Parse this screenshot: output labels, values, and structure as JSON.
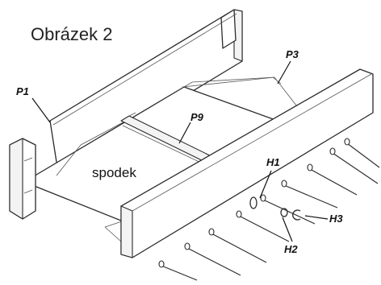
{
  "figure": {
    "caption": "Obrázek 2",
    "labels": {
      "p1": "P1",
      "p3": "P3",
      "p9": "P9",
      "bottom": "spodek",
      "h1": "H1",
      "h2": "H2",
      "h3": "H3"
    }
  }
}
